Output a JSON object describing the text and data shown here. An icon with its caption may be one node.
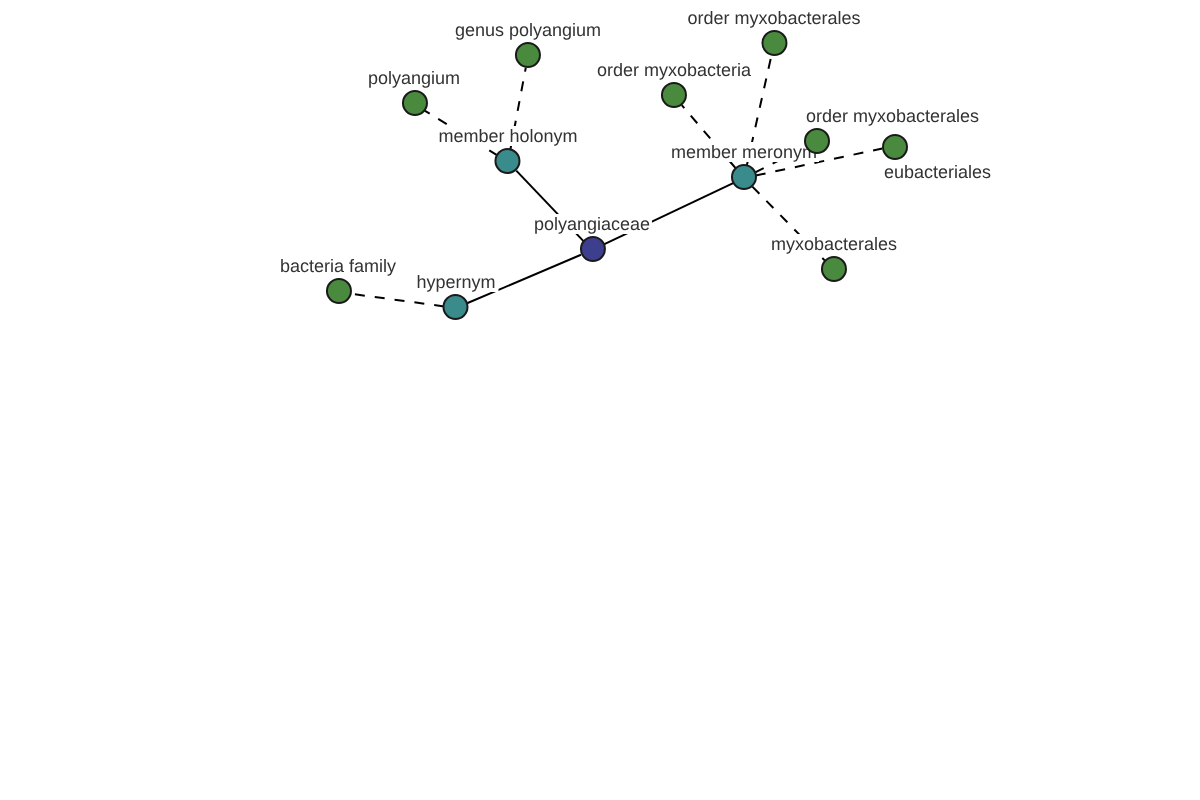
{
  "diagram": {
    "nodes": [
      {
        "text": [
          "polyangiaceae"
        ]
      },
      {
        "text": [
          "member holonym"
        ]
      },
      {
        "text": [
          "hypernym"
        ]
      },
      {
        "text": [
          "member meronym"
        ]
      },
      {
        "text": [
          "polyangium"
        ]
      },
      {
        "text": [
          "genus polyangium"
        ]
      },
      {
        "text": [
          "bacteria family"
        ]
      },
      {
        "text": [
          "order myxobacteria"
        ]
      },
      {
        "text": [
          "order myxobacterales"
        ]
      },
      {
        "text": [
          "order myxobacterales"
        ]
      },
      {
        "text": [
          "eubacteriales"
        ]
      },
      {
        "text": [
          "myxobacterales"
        ]
      }
    ],
    "edges": [
      {
        "from": 0,
        "to": 1,
        "arrow": "none"
      },
      {
        "from": 0,
        "to": 2,
        "arrow": "none"
      },
      {
        "from": 0,
        "to": 3,
        "arrow": "none"
      },
      {
        "from": 1,
        "to": 4,
        "arrow": "none",
        "style": "dashed"
      },
      {
        "from": 1,
        "to": 5,
        "arrow": "none",
        "style": "dashed"
      },
      {
        "from": 2,
        "to": 6,
        "arrow": "none",
        "style": "dashed"
      },
      {
        "from": 3,
        "to": 7,
        "arrow": "none",
        "style": "dashed"
      },
      {
        "from": 3,
        "to": 8,
        "arrow": "none",
        "style": "dashed"
      },
      {
        "from": 3,
        "to": 9,
        "arrow": "none",
        "style": "dashed"
      },
      {
        "from": 3,
        "to": 10,
        "arrow": "none",
        "style": "dashed"
      },
      {
        "from": 3,
        "to": 11,
        "arrow": "none",
        "style": "dashed"
      }
    ]
  }
}
